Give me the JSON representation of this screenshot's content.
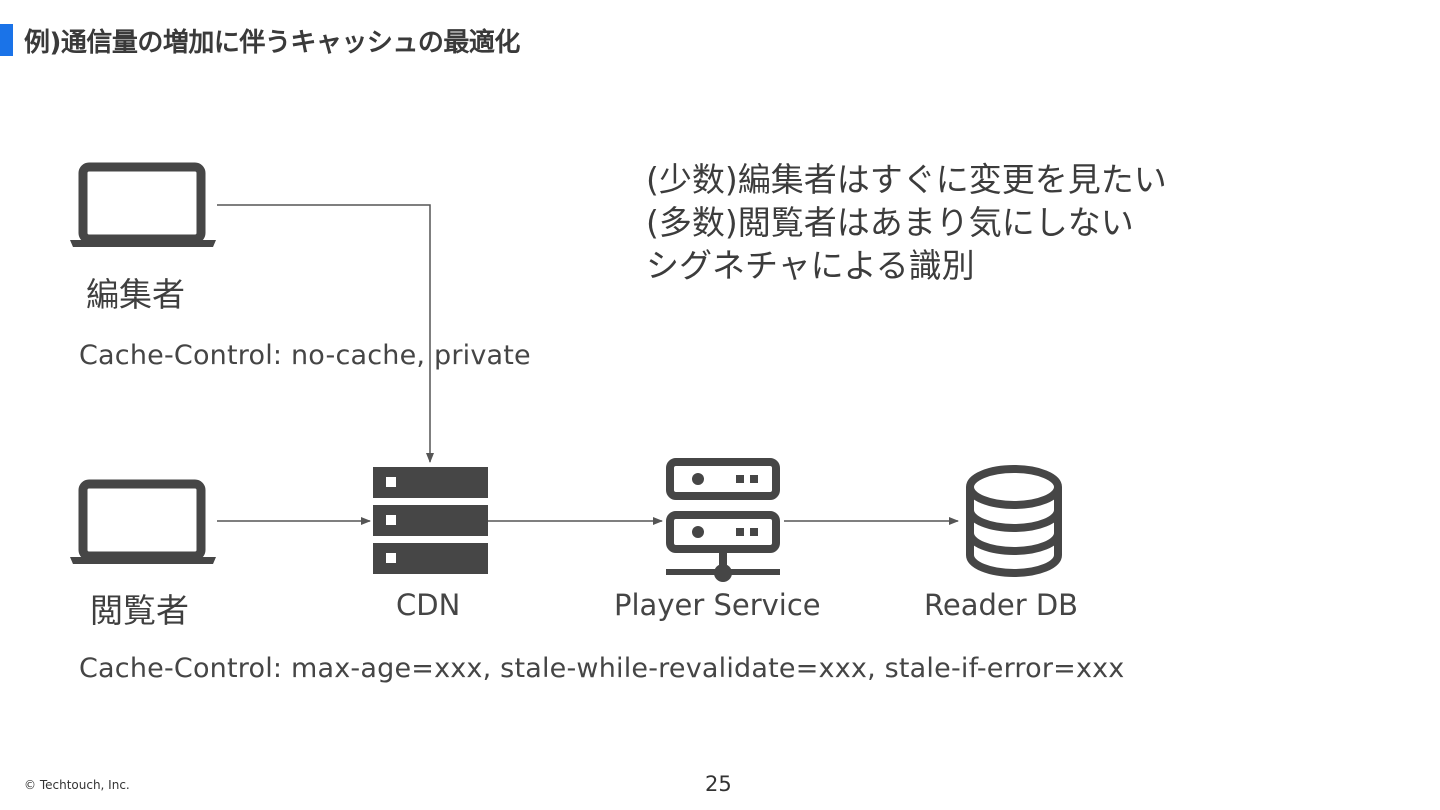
{
  "slide": {
    "title": "例)通信量の増加に伴うキャッシュの最適化",
    "accent_color": "#1a73e8",
    "icon_color": "#464646",
    "line_color": "#555555"
  },
  "note_lines": [
    "(少数)編集者はすぐに変更を見たい",
    "(多数)閲覧者はあまり気にしない",
    "シグネチャによる識別"
  ],
  "actors": {
    "editor": {
      "label": "編集者",
      "icon": "laptop-icon"
    },
    "viewer": {
      "label": "閲覧者",
      "icon": "laptop-icon"
    }
  },
  "nodes": {
    "cdn": {
      "label": "CDN",
      "icon": "server-stack-icon"
    },
    "player_service": {
      "label": "Player Service",
      "icon": "network-server-icon"
    },
    "reader_db": {
      "label": "Reader DB",
      "icon": "database-icon"
    }
  },
  "headers": {
    "editor": "Cache-Control: no-cache, private",
    "viewer": "Cache-Control: max-age=xxx, stale-while-revalidate=xxx, stale-if-error=xxx"
  },
  "footer": {
    "copyright": "© Techtouch, Inc.",
    "page_number": "25"
  }
}
